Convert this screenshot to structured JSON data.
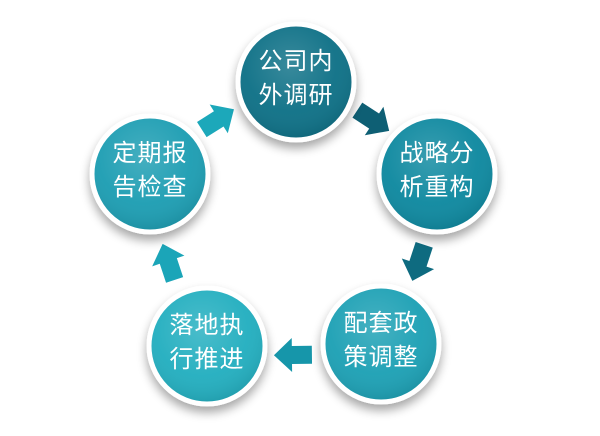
{
  "diagram": {
    "type": "cycle",
    "nodes": [
      {
        "id": "research",
        "lines": [
          "公司内",
          "外调研"
        ],
        "color": "#0f6f86"
      },
      {
        "id": "strategy",
        "lines": [
          "战略分",
          "析重构"
        ],
        "color": "#10889f"
      },
      {
        "id": "policy",
        "lines": [
          "配套政",
          "策调整"
        ],
        "color": "#1aa0b4"
      },
      {
        "id": "implement",
        "lines": [
          "落地执",
          "行推进"
        ],
        "color": "#22aebf"
      },
      {
        "id": "review",
        "lines": [
          "定期报",
          "告检查"
        ],
        "color": "#1a9db2"
      }
    ],
    "arrows": [
      {
        "from": "research",
        "to": "strategy",
        "color": "#0e5f74"
      },
      {
        "from": "strategy",
        "to": "policy",
        "color": "#0e6b80"
      },
      {
        "from": "policy",
        "to": "implement",
        "color": "#1696aa"
      },
      {
        "from": "implement",
        "to": "review",
        "color": "#1ba5b8"
      },
      {
        "from": "review",
        "to": "research",
        "color": "#1ca8ba"
      }
    ]
  }
}
